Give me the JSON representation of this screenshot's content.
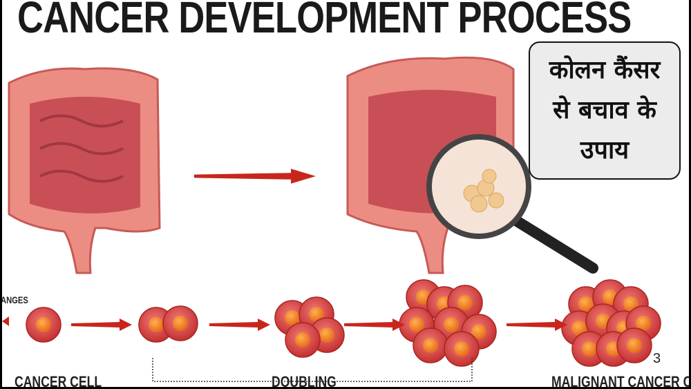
{
  "title": "CANCER DEVELOPMENT PROCESS",
  "hindi_box": {
    "lines": [
      "कोलन कैंसर",
      "से बचाव के",
      "उपाय"
    ]
  },
  "labels": {
    "changes": "ANGES",
    "cancer_cell": "CANCER CELL",
    "doubling": "DOUBLING",
    "malignant": "MALIGNANT CANCER CELLS"
  },
  "page_number": "3",
  "colors": {
    "cell": "#d9474a",
    "nucleus": "#f08a2c",
    "arrow": "#c8261c",
    "intestine": "#e8857c"
  }
}
